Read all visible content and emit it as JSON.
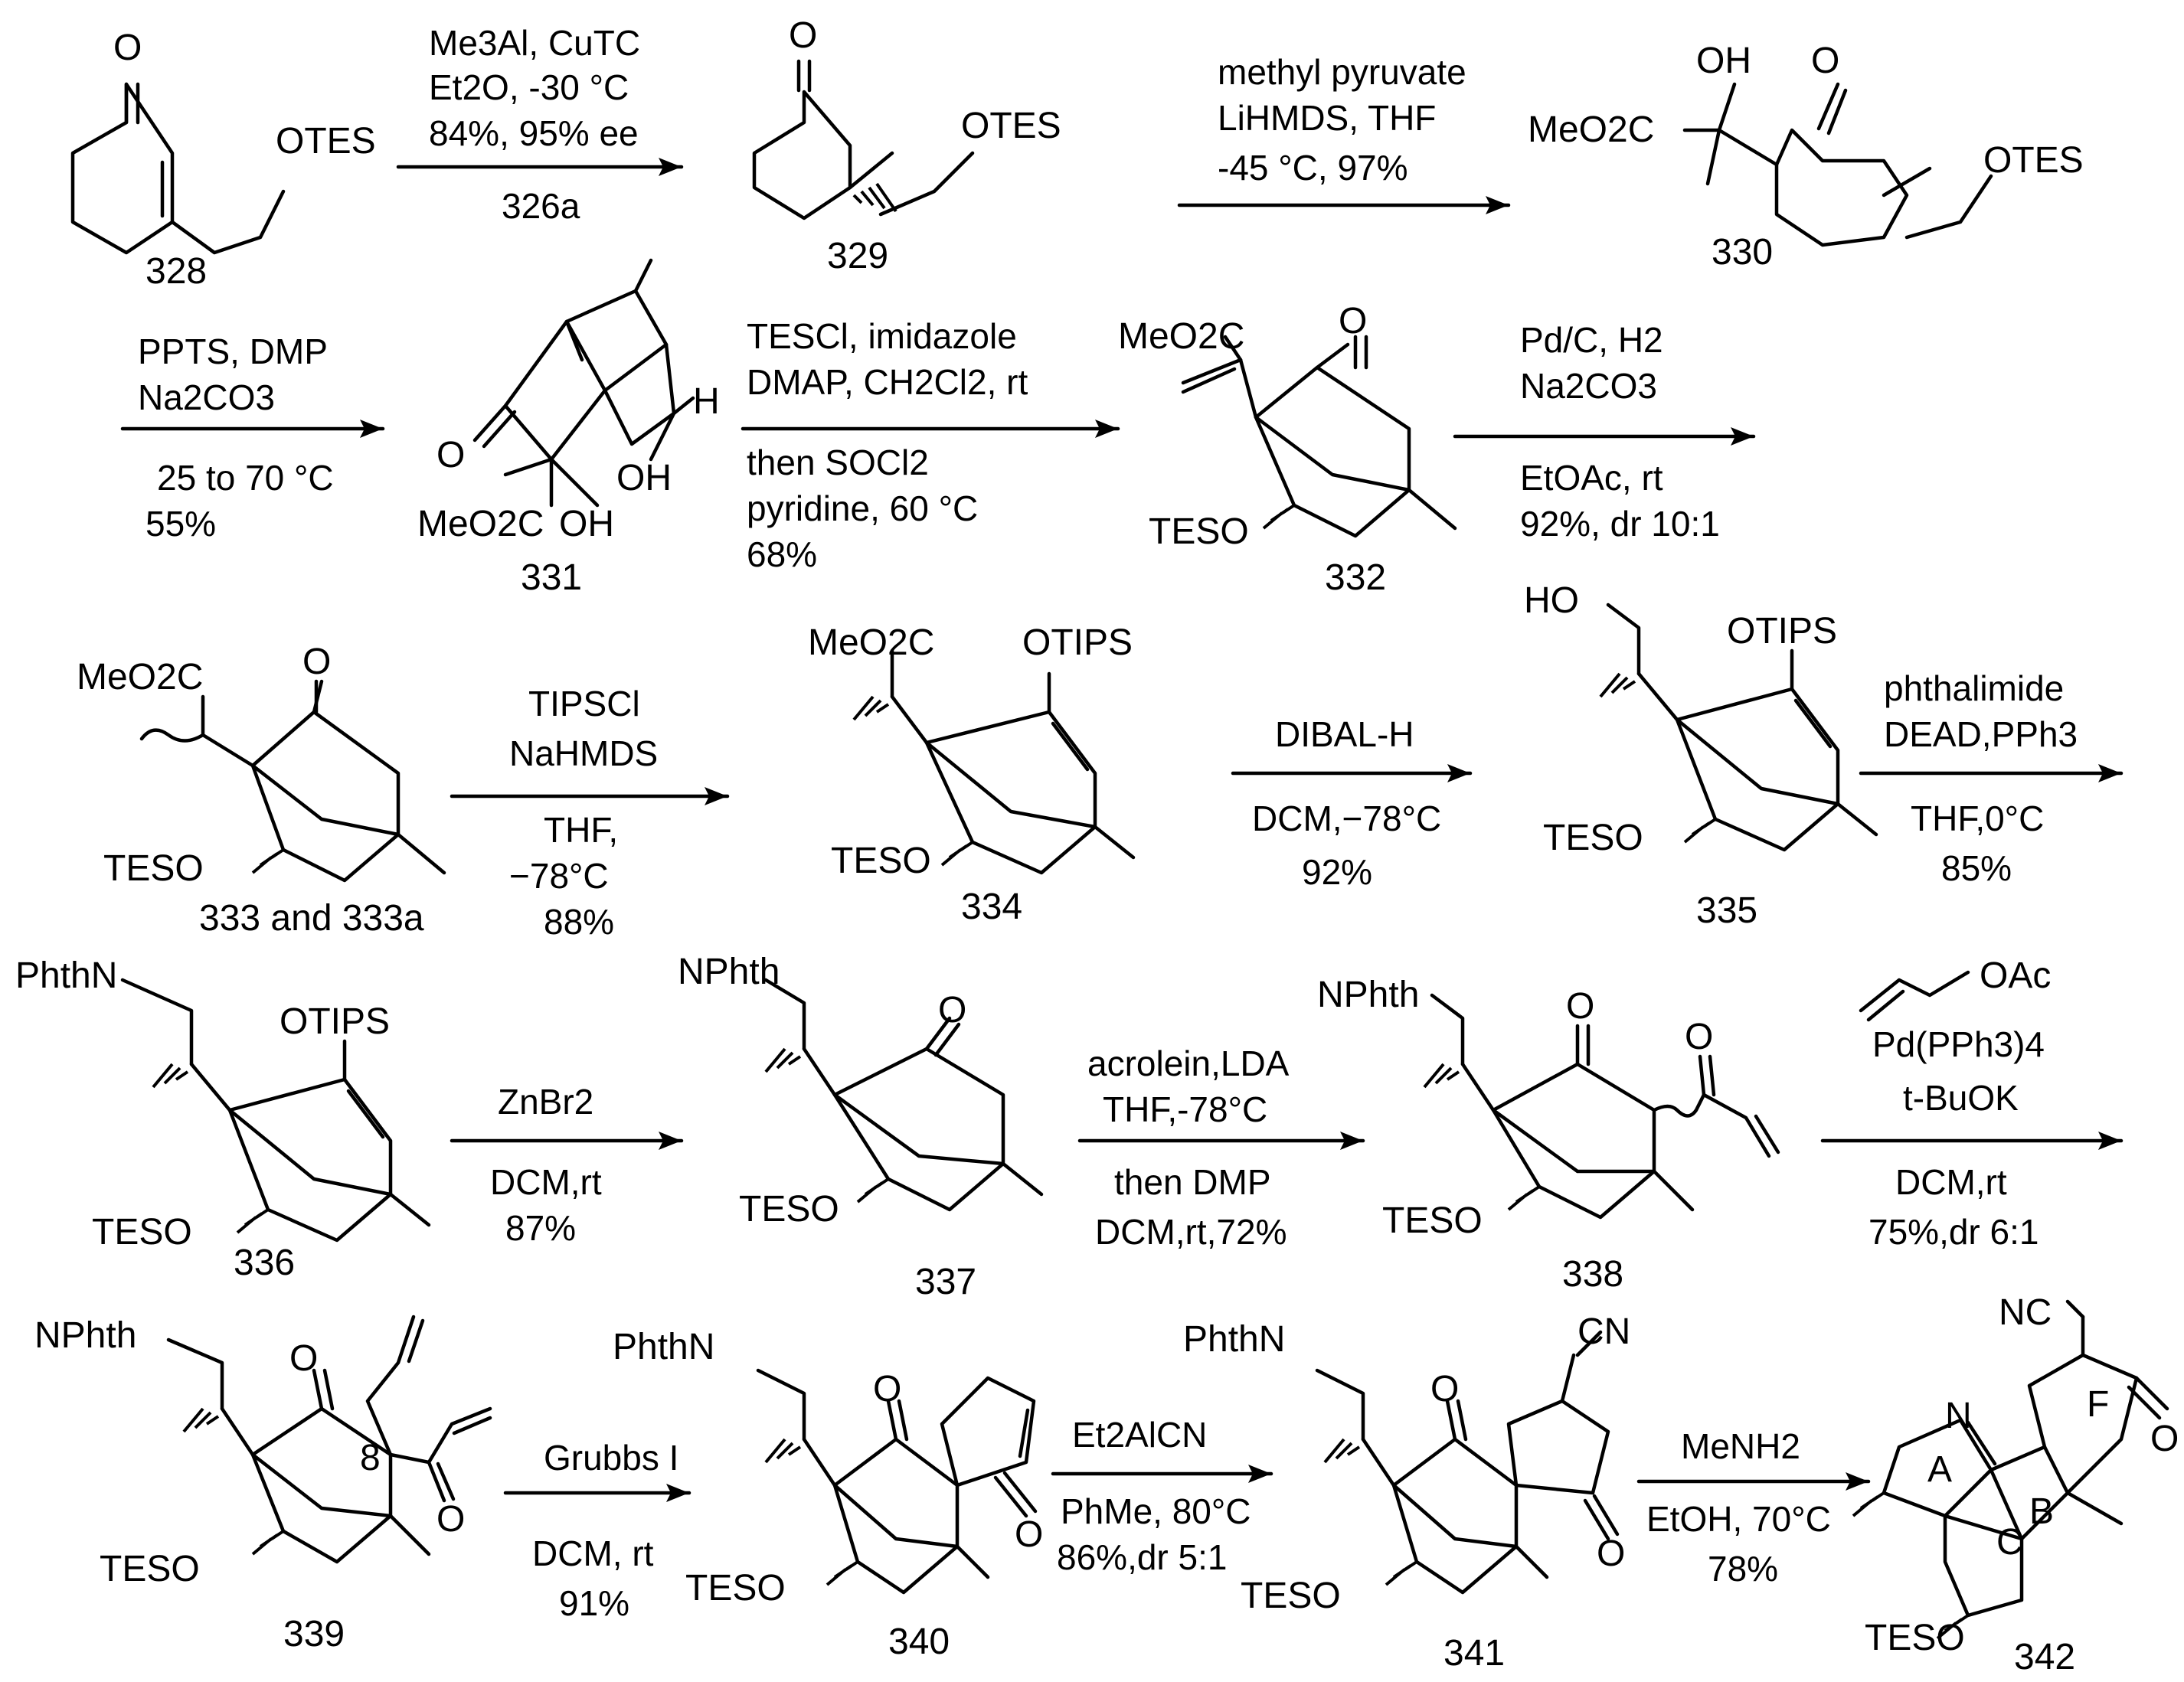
{
  "compounds": [
    "328",
    "329",
    "330",
    "331",
    "332",
    "333 and 333a",
    "334",
    "335",
    "336",
    "337",
    "338",
    "339",
    "340",
    "341",
    "342"
  ],
  "steps": [
    {
      "above": [
        "Me3Al, CuTC",
        "Et2O, -30 °C",
        "84%, 95% ee"
      ],
      "below": [
        "326a"
      ]
    },
    {
      "above": [
        "methyl pyruvate",
        "LiHMDS, THF",
        "-45 °C, 97%"
      ],
      "below": []
    },
    {
      "above": [
        "PPTS, DMP",
        "Na2CO3"
      ],
      "below": [
        "25 to 70 °C",
        "55%"
      ]
    },
    {
      "above": [
        "TESCl, imidazole",
        "DMAP,  CH2Cl2, rt"
      ],
      "below": [
        "then SOCl2",
        "pyridine, 60 °C",
        "68%"
      ]
    },
    {
      "above": [
        "Pd/C, H2",
        "Na2CO3"
      ],
      "below": [
        "EtOAc, rt",
        "92%, dr 10:1"
      ]
    },
    {
      "above": [
        "TIPSCl",
        "NaHMDS"
      ],
      "below": [
        "THF,",
        "−78°C",
        "88%"
      ]
    },
    {
      "above": [
        "DIBAL-H"
      ],
      "below": [
        "DCM,−78°C",
        "92%"
      ]
    },
    {
      "above": [
        "phthalimide",
        "DEAD,PPh3"
      ],
      "below": [
        "THF,0°C",
        "85%"
      ]
    },
    {
      "above": [
        "ZnBr2"
      ],
      "below": [
        "DCM,rt",
        "87%"
      ]
    },
    {
      "above": [
        "acrolein,LDA",
        "THF,-78°C"
      ],
      "below": [
        "then DMP",
        "DCM,rt,72%"
      ]
    },
    {
      "above": [
        "Pd(PPh3)4",
        "t-BuOK"
      ],
      "below": [
        "DCM,rt",
        "75%,dr 6:1"
      ]
    },
    {
      "above": [
        "Grubbs I"
      ],
      "below": [
        "DCM, rt",
        "91%"
      ]
    },
    {
      "above": [
        "Et2AlCN"
      ],
      "below": [
        "PhMe, 80°C",
        "86%,dr 5:1"
      ]
    },
    {
      "above": [
        "MeNH2"
      ],
      "below": [
        "EtOH, 70°C",
        "78%"
      ]
    }
  ],
  "reagent_allyl_acetate": "OAc",
  "atom_labels": {
    "otes": "OTES",
    "otips": "OTIPS",
    "teso": "TESO",
    "meo2c": "MeO2C",
    "oh": "OH",
    "ho": "HO",
    "h": "H",
    "o": "O",
    "nphth": "NPhth",
    "phthn": "PhthN",
    "cn": "CN",
    "nc": "NC",
    "n": "N",
    "eight": "8",
    "ring_a": "A",
    "ring_b": "B",
    "ring_c": "C",
    "ring_f": "F"
  }
}
